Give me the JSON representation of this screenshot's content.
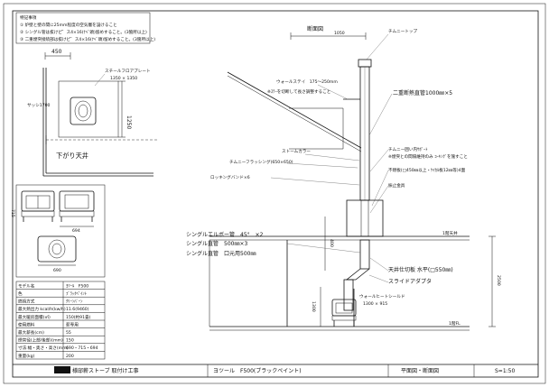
{
  "notes": {
    "heading": "特記事項",
    "items": [
      "① 炉壁と壁の間に25mm程度の空気層を設けること",
      "② シングル管は抜けピ゛ス4×16(ﾅﾍﾞ頭)留めすること。(3箇所以上)",
      "③ 二重煙突接続部は抜けピ゛ス4×16(ﾅﾍﾞ頭)留めすること。(3箇所以上)"
    ]
  },
  "plan": {
    "dim_width": "450",
    "dim_depth": "1250",
    "sash_label": "サッシ1700",
    "floor_plate_label": "スチールフロアプレート",
    "floor_plate_size": "1350 × 1350",
    "ceiling_label": "下がり天井"
  },
  "section": {
    "title": "断面図",
    "dim_top": "1050",
    "chimney_top": "チムニートップ",
    "wall_stay": "ウォールステイ　175～250mm",
    "wall_stay_note": "※ｽﾃｰを切断して長さ調整すること",
    "double_pipe": "二重断熱直管1000㎜×5",
    "storm_collar": "ストームカラー",
    "flashing": "チムニーフラッシング(650×650)",
    "rock_seal": "ロッキングバンド×6",
    "support": "チムニー囲い内ｻﾎﾟｰﾄ",
    "support_note": "※煙突との間隔維持のみ ｺｰｷﾝｸﾞを施すこと",
    "nonflam": "不燃板(□450㎜以上・ｹｲｶﾙ板12㎜等)4面",
    "bracket": "振止金具",
    "single_elbow": "シングルエルボー管　45°　×2",
    "single_straight": "シングル直管　500㎜×3",
    "single_reducer": "シングル直管　口元用500㎜",
    "ceiling_plate": "天井仕切板 水平(□550㎜)",
    "slide_adapter": "スライドアダプタ",
    "heat_shield": "ウォールヒートシールド",
    "heat_shield_size": "1300 × 915",
    "dim_1300": "1300",
    "dim_400": "400",
    "dim_2500": "2500",
    "ceiling_mark": "1階天井",
    "floor_mark": "1階FL"
  },
  "specs": {
    "rows": [
      [
        "モデル名",
        "ﾖﾂｰﾙ　F500"
      ],
      [
        "色",
        "ﾌﾞﾗｯｸﾍﾟｲﾝﾄ"
      ],
      [
        "燃焼方式",
        "ｸﾘｰﾝﾊﾞｰﾝ"
      ],
      [
        "最大熱出力 kcal/h(kw/h)",
        "11.6(9460)"
      ],
      [
        "最大暖房面積(㎡)",
        "150(約91畳)"
      ],
      [
        "使用燃料",
        "薪専用"
      ],
      [
        "最大薪長(cm)",
        "55"
      ],
      [
        "煙突径(上部/後部)(mm)",
        "150"
      ],
      [
        "寸法:幅・奥さ・高さ(mm)",
        "690・715・694"
      ],
      [
        "重量(kg)",
        "200"
      ]
    ]
  },
  "elevations": {
    "dim_715": "715",
    "dim_694": "694",
    "dim_690": "690"
  },
  "titlebar": {
    "project": "様邸薪ストーブ 取付け工事",
    "model": "ヨツール　F500(ブラックペイント)",
    "drawing": "平面図・断面図",
    "scale": "S=1:50"
  }
}
